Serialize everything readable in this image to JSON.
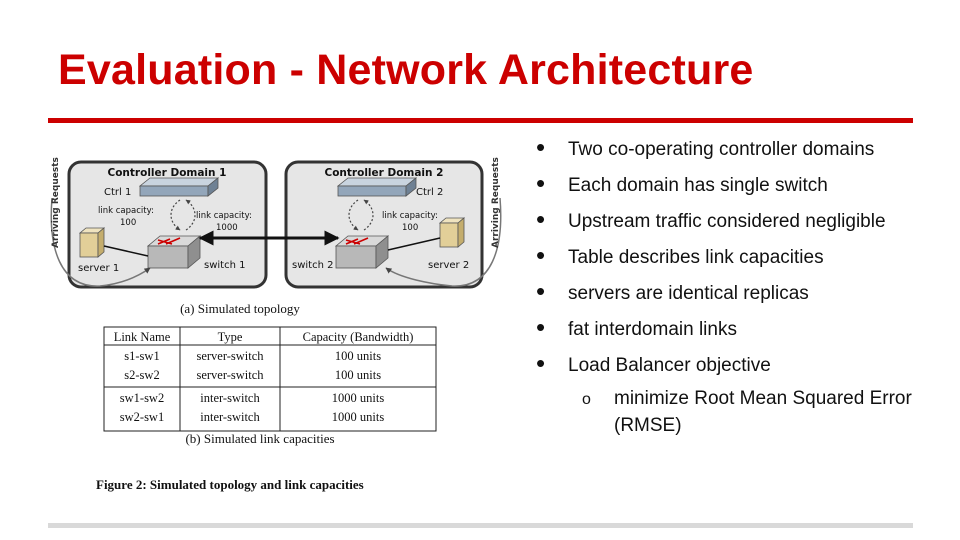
{
  "slide": {
    "title": "Evaluation - Network Architecture",
    "bullets": [
      "Two co-operating controller domains",
      "Each domain has single switch",
      "Upstream traffic considered negligible",
      "Table describes link capacities",
      "servers are identical replicas",
      "fat interdomain links",
      "Load Balancer objective"
    ],
    "sub_bullets": [
      "minimize Root Mean Squared Error (RMSE)"
    ]
  },
  "figure": {
    "domain1": {
      "title": "Controller Domain 1",
      "ctrl": "Ctrl 1",
      "cap_server": "link capacity:",
      "cap_server_val": "100",
      "cap_ctrl": "link capacity:",
      "cap_ctrl_val": "1000",
      "server": "server 1",
      "switch": "switch 1"
    },
    "domain2": {
      "title": "Controller Domain 2",
      "ctrl": "Ctrl 2",
      "cap_server": "link capacity:",
      "cap_server_val": "100",
      "server": "server 2",
      "switch": "switch 2"
    },
    "arriving": "Arriving Requests",
    "caption_a": "(a) Simulated topology",
    "table": {
      "headers": [
        "Link Name",
        "Type",
        "Capacity (Bandwidth)"
      ],
      "rows": [
        [
          "s1-sw1",
          "server-switch",
          "100 units"
        ],
        [
          "s2-sw2",
          "server-switch",
          "100 units"
        ],
        [
          "sw1-sw2",
          "inter-switch",
          "1000 units"
        ],
        [
          "sw2-sw1",
          "inter-switch",
          "1000 units"
        ]
      ]
    },
    "caption_b": "(b) Simulated link capacities",
    "caption_fig": "Figure 2: Simulated topology and link capacities"
  }
}
